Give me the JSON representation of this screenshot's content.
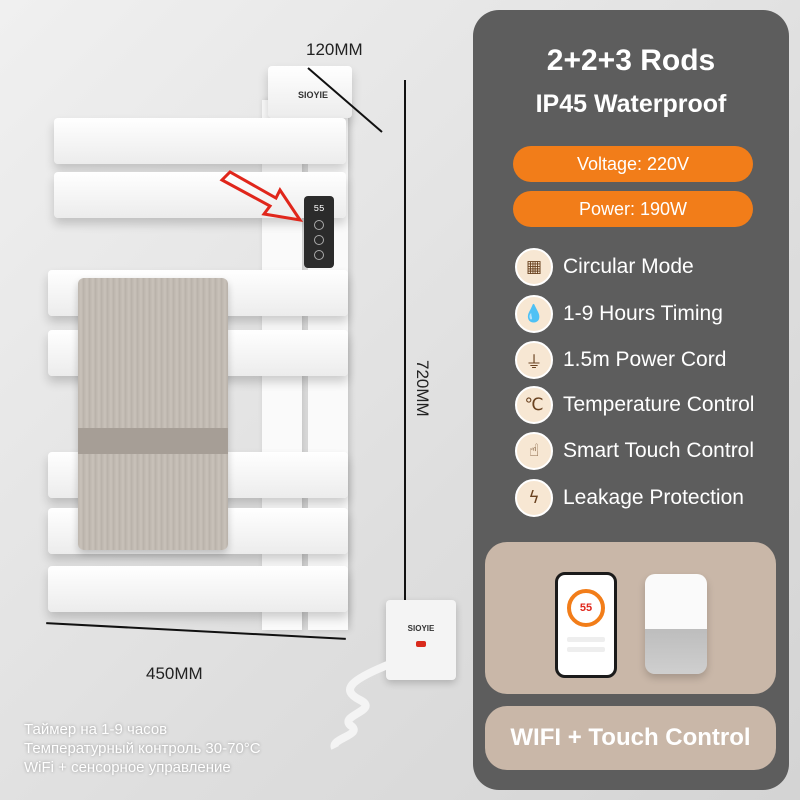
{
  "product": {
    "brand": "SIOYIE",
    "dim_width_top": "120MM",
    "dim_height": "720MM",
    "dim_width_bottom": "450MM",
    "display_reading": "55"
  },
  "specs": {
    "rods": "2+2+3 Rods",
    "waterproof": "IP45 Waterproof",
    "voltage": "Voltage: 220V",
    "power": "Power: 190W",
    "accent_color": "#f27d19",
    "panel_color": "#5d5d5d"
  },
  "features": [
    {
      "label": "Circular Mode",
      "icon": "calendar-icon"
    },
    {
      "label": "1-9 Hours Timing",
      "icon": "water-drop-icon"
    },
    {
      "label": "1.5m Power Cord",
      "icon": "plug-icon"
    },
    {
      "label": "Temperature Control",
      "icon": "celsius-icon"
    },
    {
      "label": "Smart Touch Control",
      "icon": "touch-hand-icon"
    },
    {
      "label": "Leakage Protection",
      "icon": "lightning-icon"
    }
  ],
  "devices": {
    "phone_reading": "55"
  },
  "control_label": "WIFI + Touch Control",
  "russian_lines": [
    "Таймер на 1-9 часов",
    "Температурный контроль 30-70°C",
    "WiFi + сенсорное управление"
  ]
}
